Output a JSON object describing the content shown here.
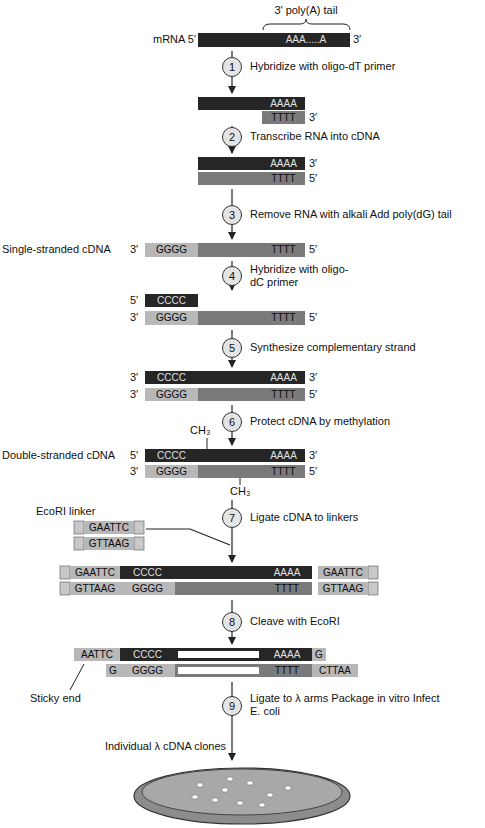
{
  "diagram": {
    "nodes": [
      {
        "text": [
          "AAA.....A"
        ]
      },
      {
        "text": [
          "1"
        ]
      },
      {
        "text": [
          "AAAA"
        ]
      },
      {
        "text": [
          "TTTT"
        ]
      },
      {
        "text": [
          "2"
        ]
      },
      {
        "text": [
          "AAAA"
        ]
      },
      {
        "text": [
          "TTTT"
        ]
      },
      {
        "text": [
          "3"
        ]
      },
      {
        "text": [
          "GGGG"
        ]
      },
      {
        "text": [
          "TTTT"
        ]
      },
      {
        "text": [
          "4"
        ]
      },
      {
        "text": [
          "CCCC"
        ]
      },
      {
        "text": [
          "GGGG"
        ]
      },
      {
        "text": [
          "TTTT"
        ]
      },
      {
        "text": [
          "5"
        ]
      },
      {
        "text": [
          "CCCC"
        ]
      },
      {
        "text": [
          "AAAA"
        ]
      },
      {
        "text": [
          "GGGG"
        ]
      },
      {
        "text": [
          "TTTT"
        ]
      },
      {
        "text": [
          "6"
        ]
      },
      {
        "text": [
          "CCCC"
        ]
      },
      {
        "text": [
          "AAAA"
        ]
      },
      {
        "text": [
          "GGGG"
        ]
      },
      {
        "text": [
          "TTTT"
        ]
      },
      {
        "text": [
          "GAATTC"
        ]
      },
      {
        "text": [
          "GTTAAG"
        ]
      },
      {
        "text": [
          "7"
        ]
      },
      {
        "text": [
          "GAATTC"
        ]
      },
      {
        "text": [
          "CCCC"
        ]
      },
      {
        "text": [
          "AAAA"
        ]
      },
      {
        "text": [
          "GAATTC"
        ]
      },
      {
        "text": [
          "GTTAAG"
        ]
      },
      {
        "text": [
          "GGGG"
        ]
      },
      {
        "text": [
          "TTTT"
        ]
      },
      {
        "text": [
          "GTTAAG"
        ]
      },
      {
        "text": [
          "8"
        ]
      },
      {
        "text": [
          "AATTC"
        ]
      },
      {
        "text": [
          "CCCC"
        ]
      },
      {
        "text": [
          "AAAA"
        ]
      },
      {
        "text": [
          "G"
        ]
      },
      {
        "text": [
          "G"
        ]
      },
      {
        "text": [
          "GGGG"
        ]
      },
      {
        "text": [
          "TTTT"
        ]
      },
      {
        "text": [
          "CTTAA"
        ]
      },
      {
        "text": [
          "9"
        ]
      }
    ],
    "labels": [
      "3′ poly(A) tail",
      "mRNA 5′",
      "3′",
      "Hybridize with oligo-dT primer",
      "3′",
      "Transcribe RNA into cDNA",
      "3′",
      "5′",
      "Remove RNA with alkali Add poly(dG) tail",
      "Single-stranded cDNA",
      "3′",
      "5′",
      "Hybridize with oligo-dC primer",
      "5′",
      "3′",
      "5′",
      "Synthesize complementary strand",
      "3′",
      "3′",
      "3′",
      "5′",
      "Protect cDNA by methylation",
      "CH₃",
      "Double-stranded cDNA",
      "5′",
      "3′",
      "3′",
      "5′",
      "CH₃",
      "EcoRI linker",
      "Ligate cDNA to linkers",
      "Cleave with EcoRI",
      "Sticky end",
      "Ligate to λ arms Package in vitro Infect E. coli",
      "Individual λ cDNA clones"
    ]
  }
}
